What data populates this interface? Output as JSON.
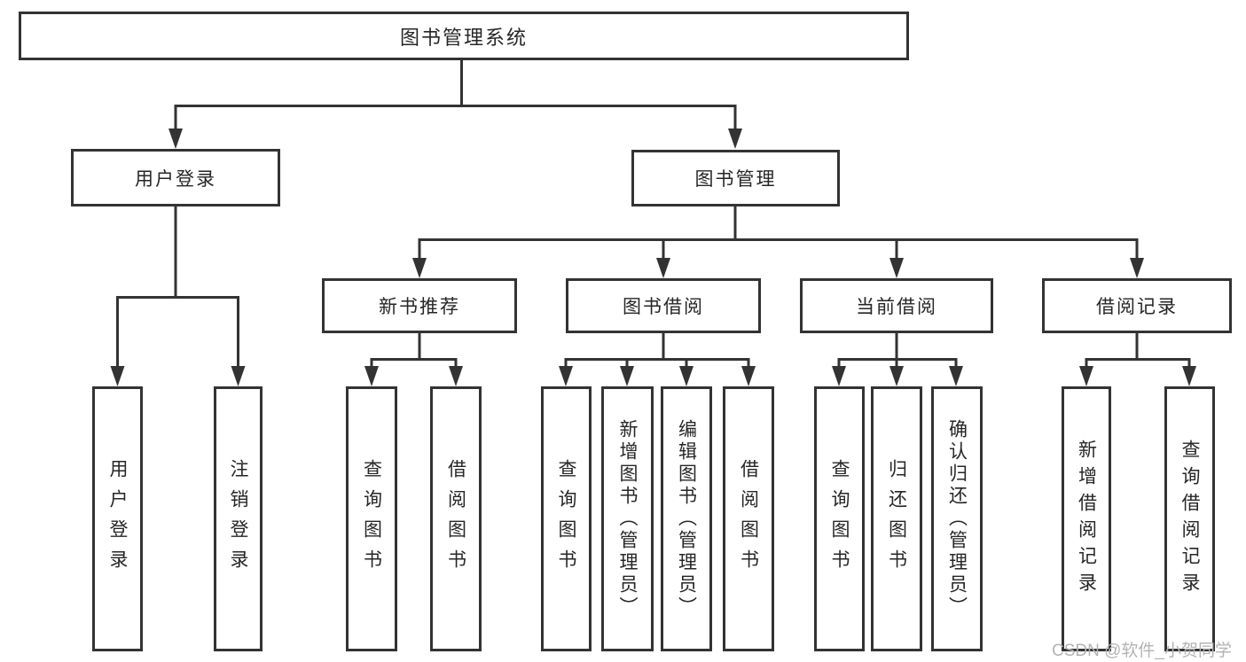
{
  "diagram_title": "图书管理系统",
  "tree": {
    "root": {
      "label": "图书管理系统",
      "children": [
        {
          "label": "用户登录",
          "children": [
            {
              "label": "用户登录"
            },
            {
              "label": "注销登录"
            }
          ]
        },
        {
          "label": "图书管理",
          "children": [
            {
              "label": "新书推荐",
              "children": [
                {
                  "label": "查询图书"
                },
                {
                  "label": "借阅图书"
                }
              ]
            },
            {
              "label": "图书借阅",
              "children": [
                {
                  "label": "查询图书"
                },
                {
                  "label": "新增图书（管理员）"
                },
                {
                  "label": "编辑图书（管理员）"
                },
                {
                  "label": "借阅图书"
                }
              ]
            },
            {
              "label": "当前借阅",
              "children": [
                {
                  "label": "查询图书"
                },
                {
                  "label": "归还图书"
                },
                {
                  "label": "确认归还（管理员）"
                }
              ]
            },
            {
              "label": "借阅记录",
              "children": [
                {
                  "label": "新增借阅记录"
                },
                {
                  "label": "查询借阅记录"
                }
              ]
            }
          ]
        }
      ]
    }
  },
  "watermark": "CSDN @软件_小贺同学",
  "colors": {
    "line": "#333333",
    "border": "#333333",
    "text": "#262626",
    "background": "#ffffff",
    "watermark": "#b3b3b3"
  }
}
